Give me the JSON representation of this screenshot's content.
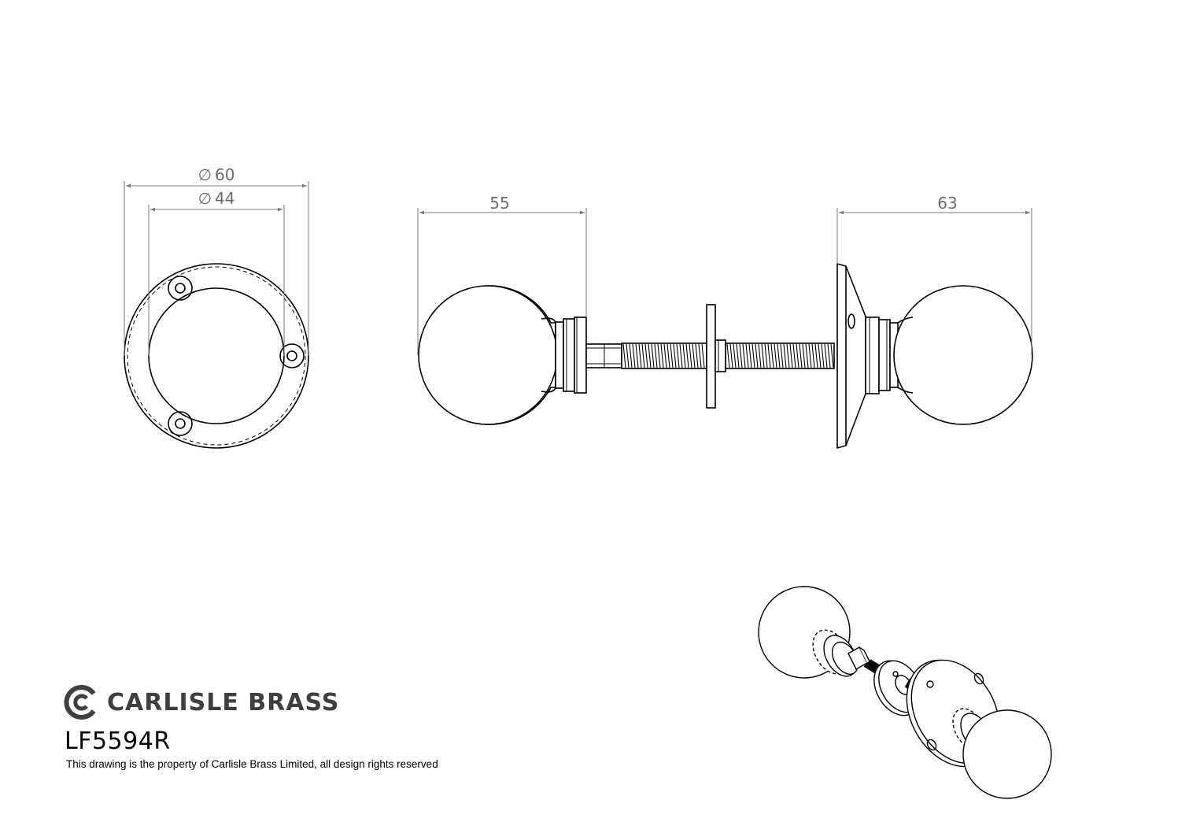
{
  "dimensions": {
    "outer_diameter": "60",
    "inner_diameter": "44",
    "knob_projection": "55",
    "rose_knob_projection": "63",
    "diameter_symbol": "∅"
  },
  "title_block": {
    "brand_name": "CARLISLE BRASS",
    "product_code": "LF5594R",
    "ownership_notice": "This drawing is the property of Carlisle Brass Limited, all design rights reserved"
  },
  "colors": {
    "line": "#000000",
    "dimension_line": "#7a7a7a",
    "brand": "#3f3f3f"
  }
}
